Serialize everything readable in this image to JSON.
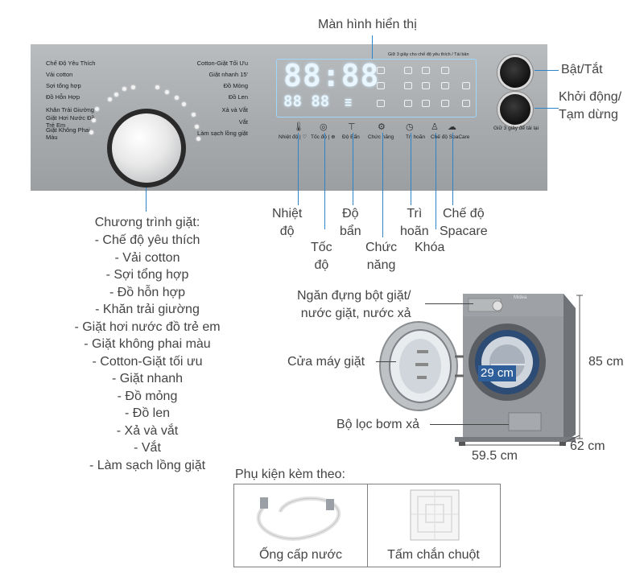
{
  "display_label": "Màn hình hiển thị",
  "power_label": "Bật/Tắt",
  "start_label": "Khởi động/\nTạm dừng",
  "wash_programs_title": "Chương trình giặt:",
  "wash_programs": [
    "- Chế độ yêu thích",
    "- Vải cotton",
    "- Sợi tổng hợp",
    "- Đồ hỗn hợp",
    "- Khăn trải giường",
    "- Giặt hơi nước đồ trẻ em",
    "- Giặt không phai màu",
    "- Cotton-Giặt tối ưu",
    "- Giặt nhanh",
    "- Đồ mỏng",
    "- Đồ len",
    "- Xả và vắt",
    "- Vắt",
    "- Làm sạch lồng giặt"
  ],
  "panel": {
    "left_programs": [
      "Chế Độ Yêu Thích",
      "Vải cotton",
      "Sợi tổng hợp",
      "Đồ Hỗn Hợp",
      "Khăn Trải Giường",
      "Giặt Hơi Nước Đồ Trẻ Em",
      "Giặt Không Phai Màu"
    ],
    "right_programs": [
      "Cotton-Giặt Tối Ưu",
      "Giặt nhanh 15'",
      "Đồ Mỏng",
      "Đồ Len",
      "Xả và Vắt",
      "Vắt",
      "Làm sạch lồng giặt"
    ],
    "buttons": [
      "Nhiệt độ | ♡",
      "Tốc độ | ⊕",
      "Độ Bẩn",
      "Chức năng",
      "Trì hoãn",
      "Chế độ SpaCare"
    ],
    "display_digits": "88:88",
    "display_small": "88 88",
    "hold_note": "Giữ 3 giây để tái lại",
    "top_note": "Giữ 3 giây cho chế độ yêu thích / Tái bản"
  },
  "button_labels": [
    "Nhiệt\nđộ",
    "Tốc\nđộ",
    "Độ\nbẩn",
    "Chức\nnăng",
    "Trì\nhoãn",
    "Khóa",
    "Chế độ\nSpacare"
  ],
  "machine_labels": {
    "drawer": "Ngăn đựng bột giặt/\nnước giặt, nước xả",
    "door": "Cửa máy giặt",
    "filter": "Bộ lọc bơm xả",
    "door_diameter": "29 cm",
    "height": "85 cm",
    "width": "59.5 cm",
    "depth": "62 cm",
    "logo": "Midea"
  },
  "accessories": {
    "title": "Phụ kiện kèm theo:",
    "items": [
      "Ống cấp nước",
      "Tấm chắn chuột"
    ]
  },
  "colors": {
    "accent_line": "#2e84c6",
    "panel": "#a9acaf",
    "display_glow": "#9fd7ff"
  }
}
